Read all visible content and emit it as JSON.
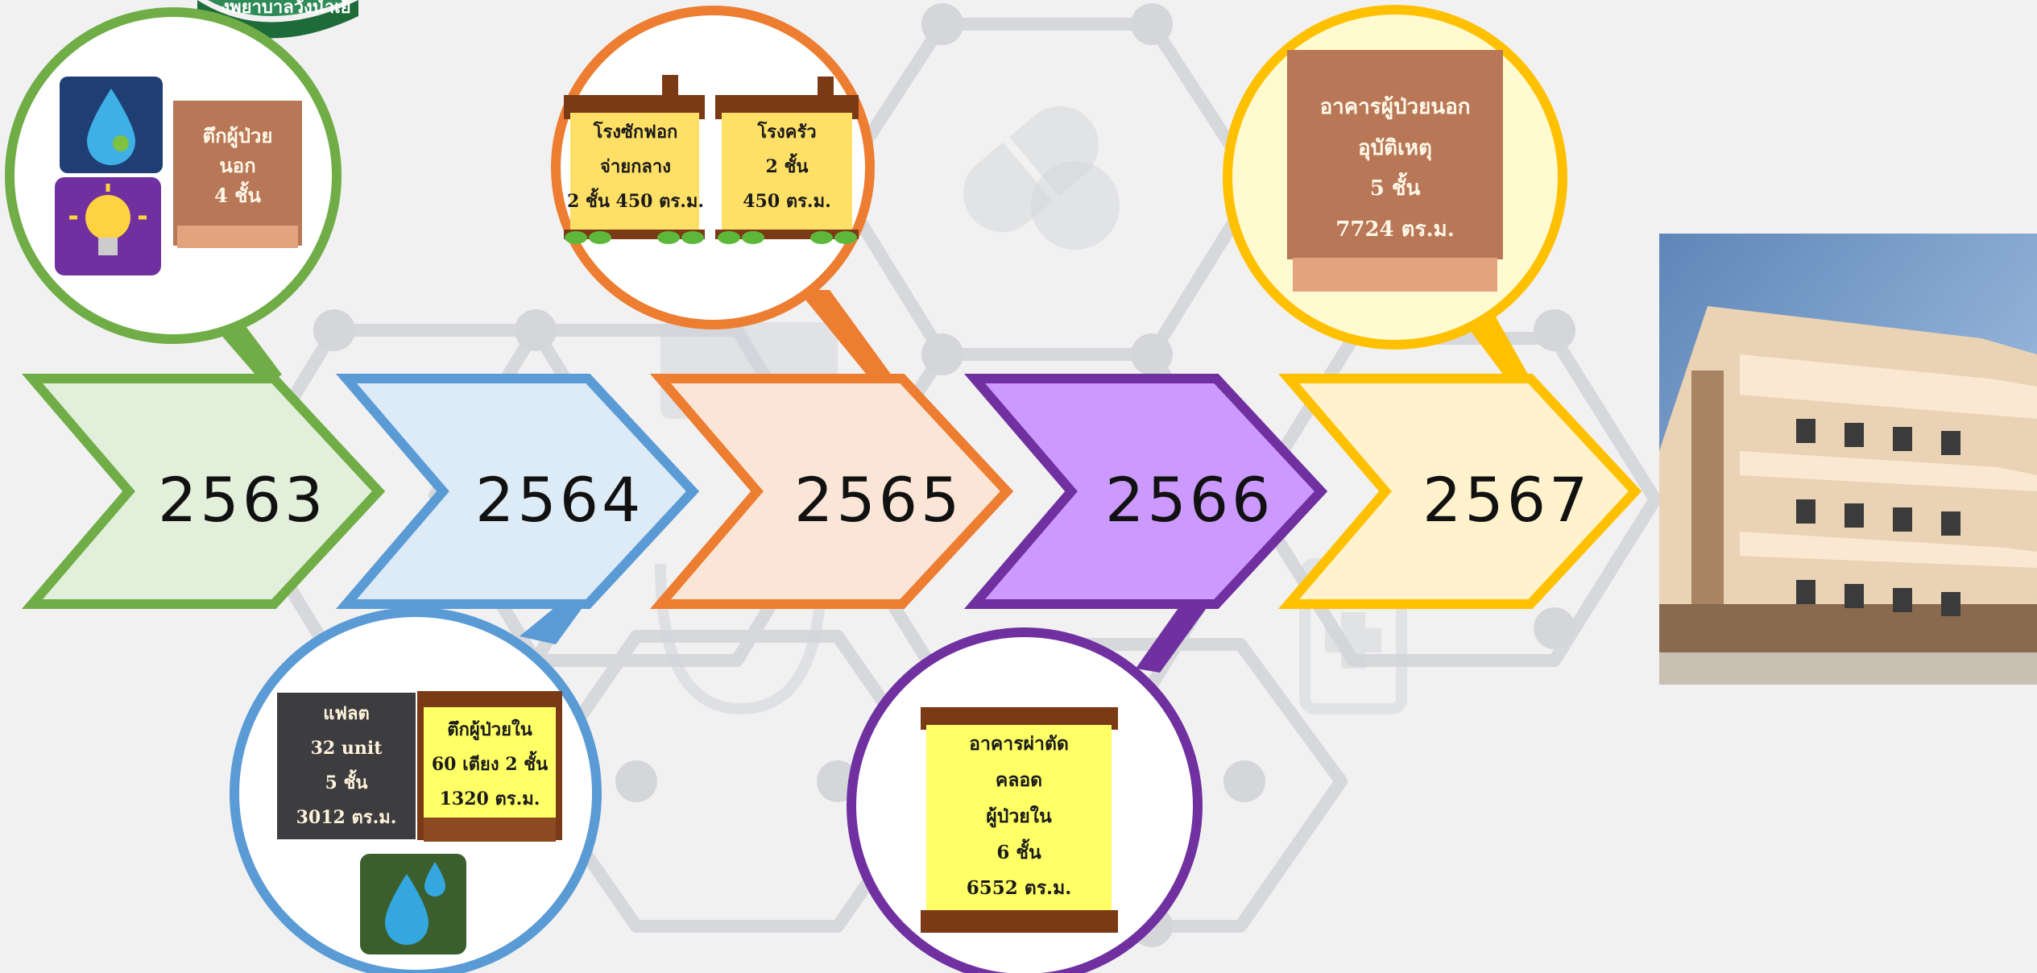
{
  "logo_text": "งพยาบาลวังน้ำเย็",
  "timeline": [
    {
      "year": "2563",
      "color": "#70ad47",
      "fill": "#e2efda"
    },
    {
      "year": "2564",
      "color": "#5b9bd5",
      "fill": "#ddebf7"
    },
    {
      "year": "2565",
      "color": "#ed7d31",
      "fill": "#fbe5d6"
    },
    {
      "year": "2566",
      "color": "#7030a0",
      "fill": "#cc99ff"
    },
    {
      "year": "2567",
      "color": "#ffc000",
      "fill": "#fff2cc"
    }
  ],
  "items": {
    "y2563": {
      "building": [
        "ตึกผู้ป่วย",
        "นอก",
        "4 ชั้น"
      ],
      "icons": [
        "water-drop-icon",
        "light-bulb-icon"
      ]
    },
    "y2564": {
      "flat": [
        "แฟลต",
        "32 unit",
        "5 ชั้น",
        "3012 ตร.ม."
      ],
      "ward": [
        "ตึกผู้ป่วยใน",
        "60 เตียง 2 ชั้น",
        "1320 ตร.ม."
      ],
      "icons": [
        "water-drops-icon"
      ]
    },
    "y2565": {
      "laundry": [
        "โรงซักฟอก",
        "จ่ายกลาง",
        "2 ชั้น 450 ตร.ม."
      ],
      "kitchen": [
        "โรงครัว",
        "2 ชั้น",
        "450 ตร.ม."
      ]
    },
    "y2566": {
      "building": [
        "อาคารผ่าตัด",
        "คลอด",
        "ผู้ป่วยใน",
        "6 ชั้น",
        "6552 ตร.ม."
      ]
    },
    "y2567": {
      "building": [
        "อาคารผู้ป่วยนอก",
        "อุบัติเหตุ",
        "5 ชั้น",
        "7724 ตร.ม."
      ]
    }
  },
  "photo": {
    "subject": "hospital-building-photo"
  }
}
